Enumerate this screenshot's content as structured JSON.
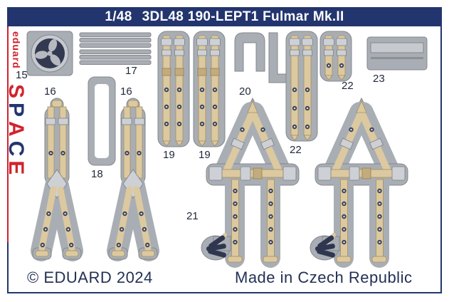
{
  "title_bar": {
    "scale": "1/48",
    "name": "3DL48 190-LEPT1 Fulmar Mk.II"
  },
  "brand": {
    "eduard": "eduard",
    "space": [
      "S",
      "P",
      "A",
      "C",
      "E"
    ]
  },
  "part_labels": {
    "p15": "15",
    "p16a": "16",
    "p16b": "16",
    "p17": "17",
    "p18": "18",
    "p19a": "19",
    "p19b": "19",
    "p20": "20",
    "p21": "21",
    "p22a": "22",
    "p22b": "22",
    "p23": "23"
  },
  "footer": {
    "copyright": "© EDUARD 2024",
    "made_in": "Made in Czech Republic"
  },
  "colors": {
    "navy": "#23356e",
    "red": "#d2232e",
    "part_gray": "#a9aeb4",
    "belt_tan": "#dcc9a0"
  }
}
